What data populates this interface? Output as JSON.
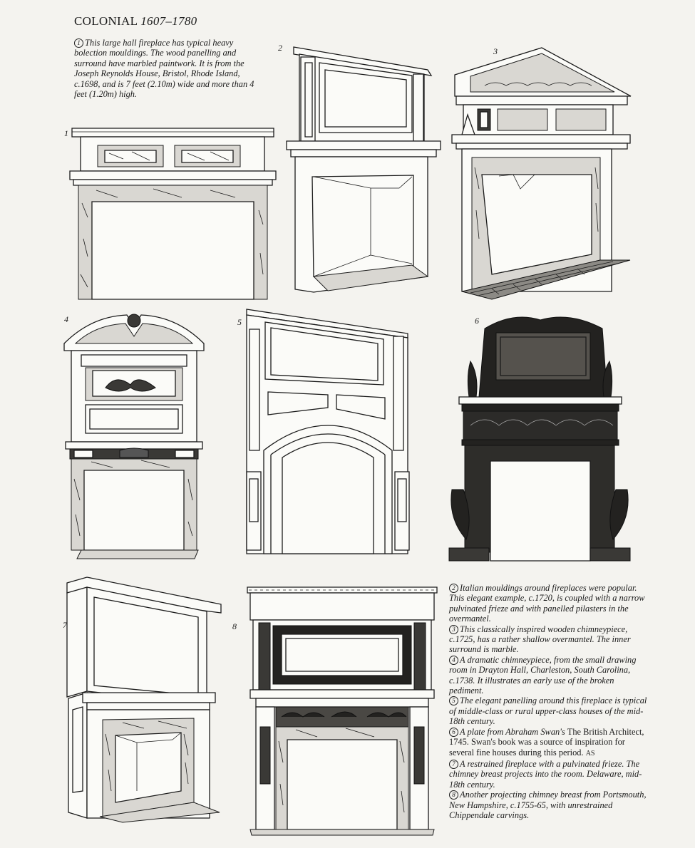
{
  "header": {
    "section": "COLONIAL",
    "range": "1607–1780"
  },
  "caption1": {
    "marker": "1",
    "text": "This large hall fireplace has typical heavy bolection mouldings. The wood panelling and surround have marbled paintwork. It is from the Joseph Reynolds House, Bristol, Rhode Island, c.1698, and is 7 feet (2.10m) wide and more than 4 feet (1.20m) high."
  },
  "figure_numbers": [
    "1",
    "2",
    "3",
    "4",
    "5",
    "6",
    "7",
    "8"
  ],
  "captions": [
    {
      "marker": "2",
      "text": "Italian mouldings around fireplaces were popular. This elegant example, c.1720, is coupled with a narrow pulvinated frieze and with panelled pilasters in the overmantel."
    },
    {
      "marker": "3",
      "text": "This classically inspired wooden chimneypiece, c.1725, has a rather shallow overmantel. The inner surround is marble."
    },
    {
      "marker": "4",
      "text": "A dramatic chimneypiece, from the small drawing room in Drayton Hall, Charleston, South Carolina, c.1738. It illustrates an early use of the broken pediment."
    },
    {
      "marker": "5",
      "text": "The elegant panelling around this fireplace is typical of middle-class or rural upper-class houses of the mid-18th century."
    },
    {
      "marker": "6",
      "text_before": "A plate from Abraham Swan's",
      "text_roman": "The British Architect, 1745. Swan's book was a source of inspiration for several fine houses during this period.",
      "author": "AS"
    },
    {
      "marker": "7",
      "text": "A restrained fireplace with a pulvinated frieze. The chimney breast projects into the room. Delaware, mid-18th century."
    },
    {
      "marker": "8",
      "text": "Another projecting chimney breast from Portsmouth, New Hampshire, c.1755-65, with unrestrained Chippendale carvings."
    }
  ]
}
